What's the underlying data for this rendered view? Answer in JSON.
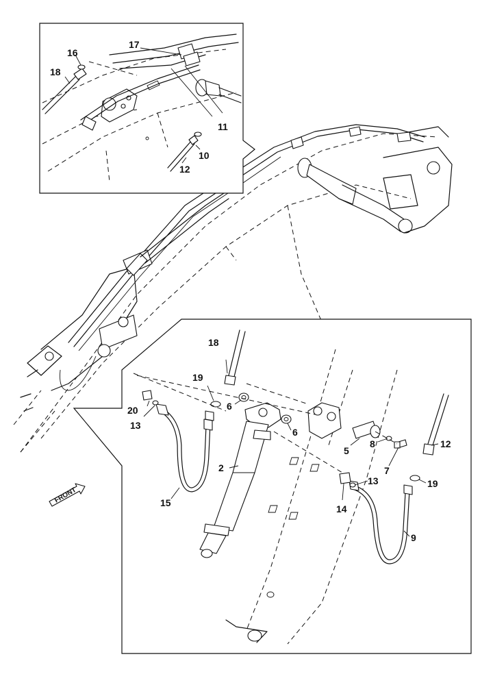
{
  "front_label": "FRONT",
  "callouts": {
    "c16": "16",
    "c17": "17",
    "c18a": "18",
    "c11": "11",
    "c10": "10",
    "c12a": "12",
    "c18b": "18",
    "c19a": "19",
    "c20": "20",
    "c13a": "13",
    "c6a": "6",
    "c6b": "6",
    "c2": "2",
    "c15": "15",
    "c5": "5",
    "c8": "8",
    "c7": "7",
    "c12b": "12",
    "c13b": "13",
    "c19b": "19",
    "c14": "14",
    "c9": "9"
  }
}
